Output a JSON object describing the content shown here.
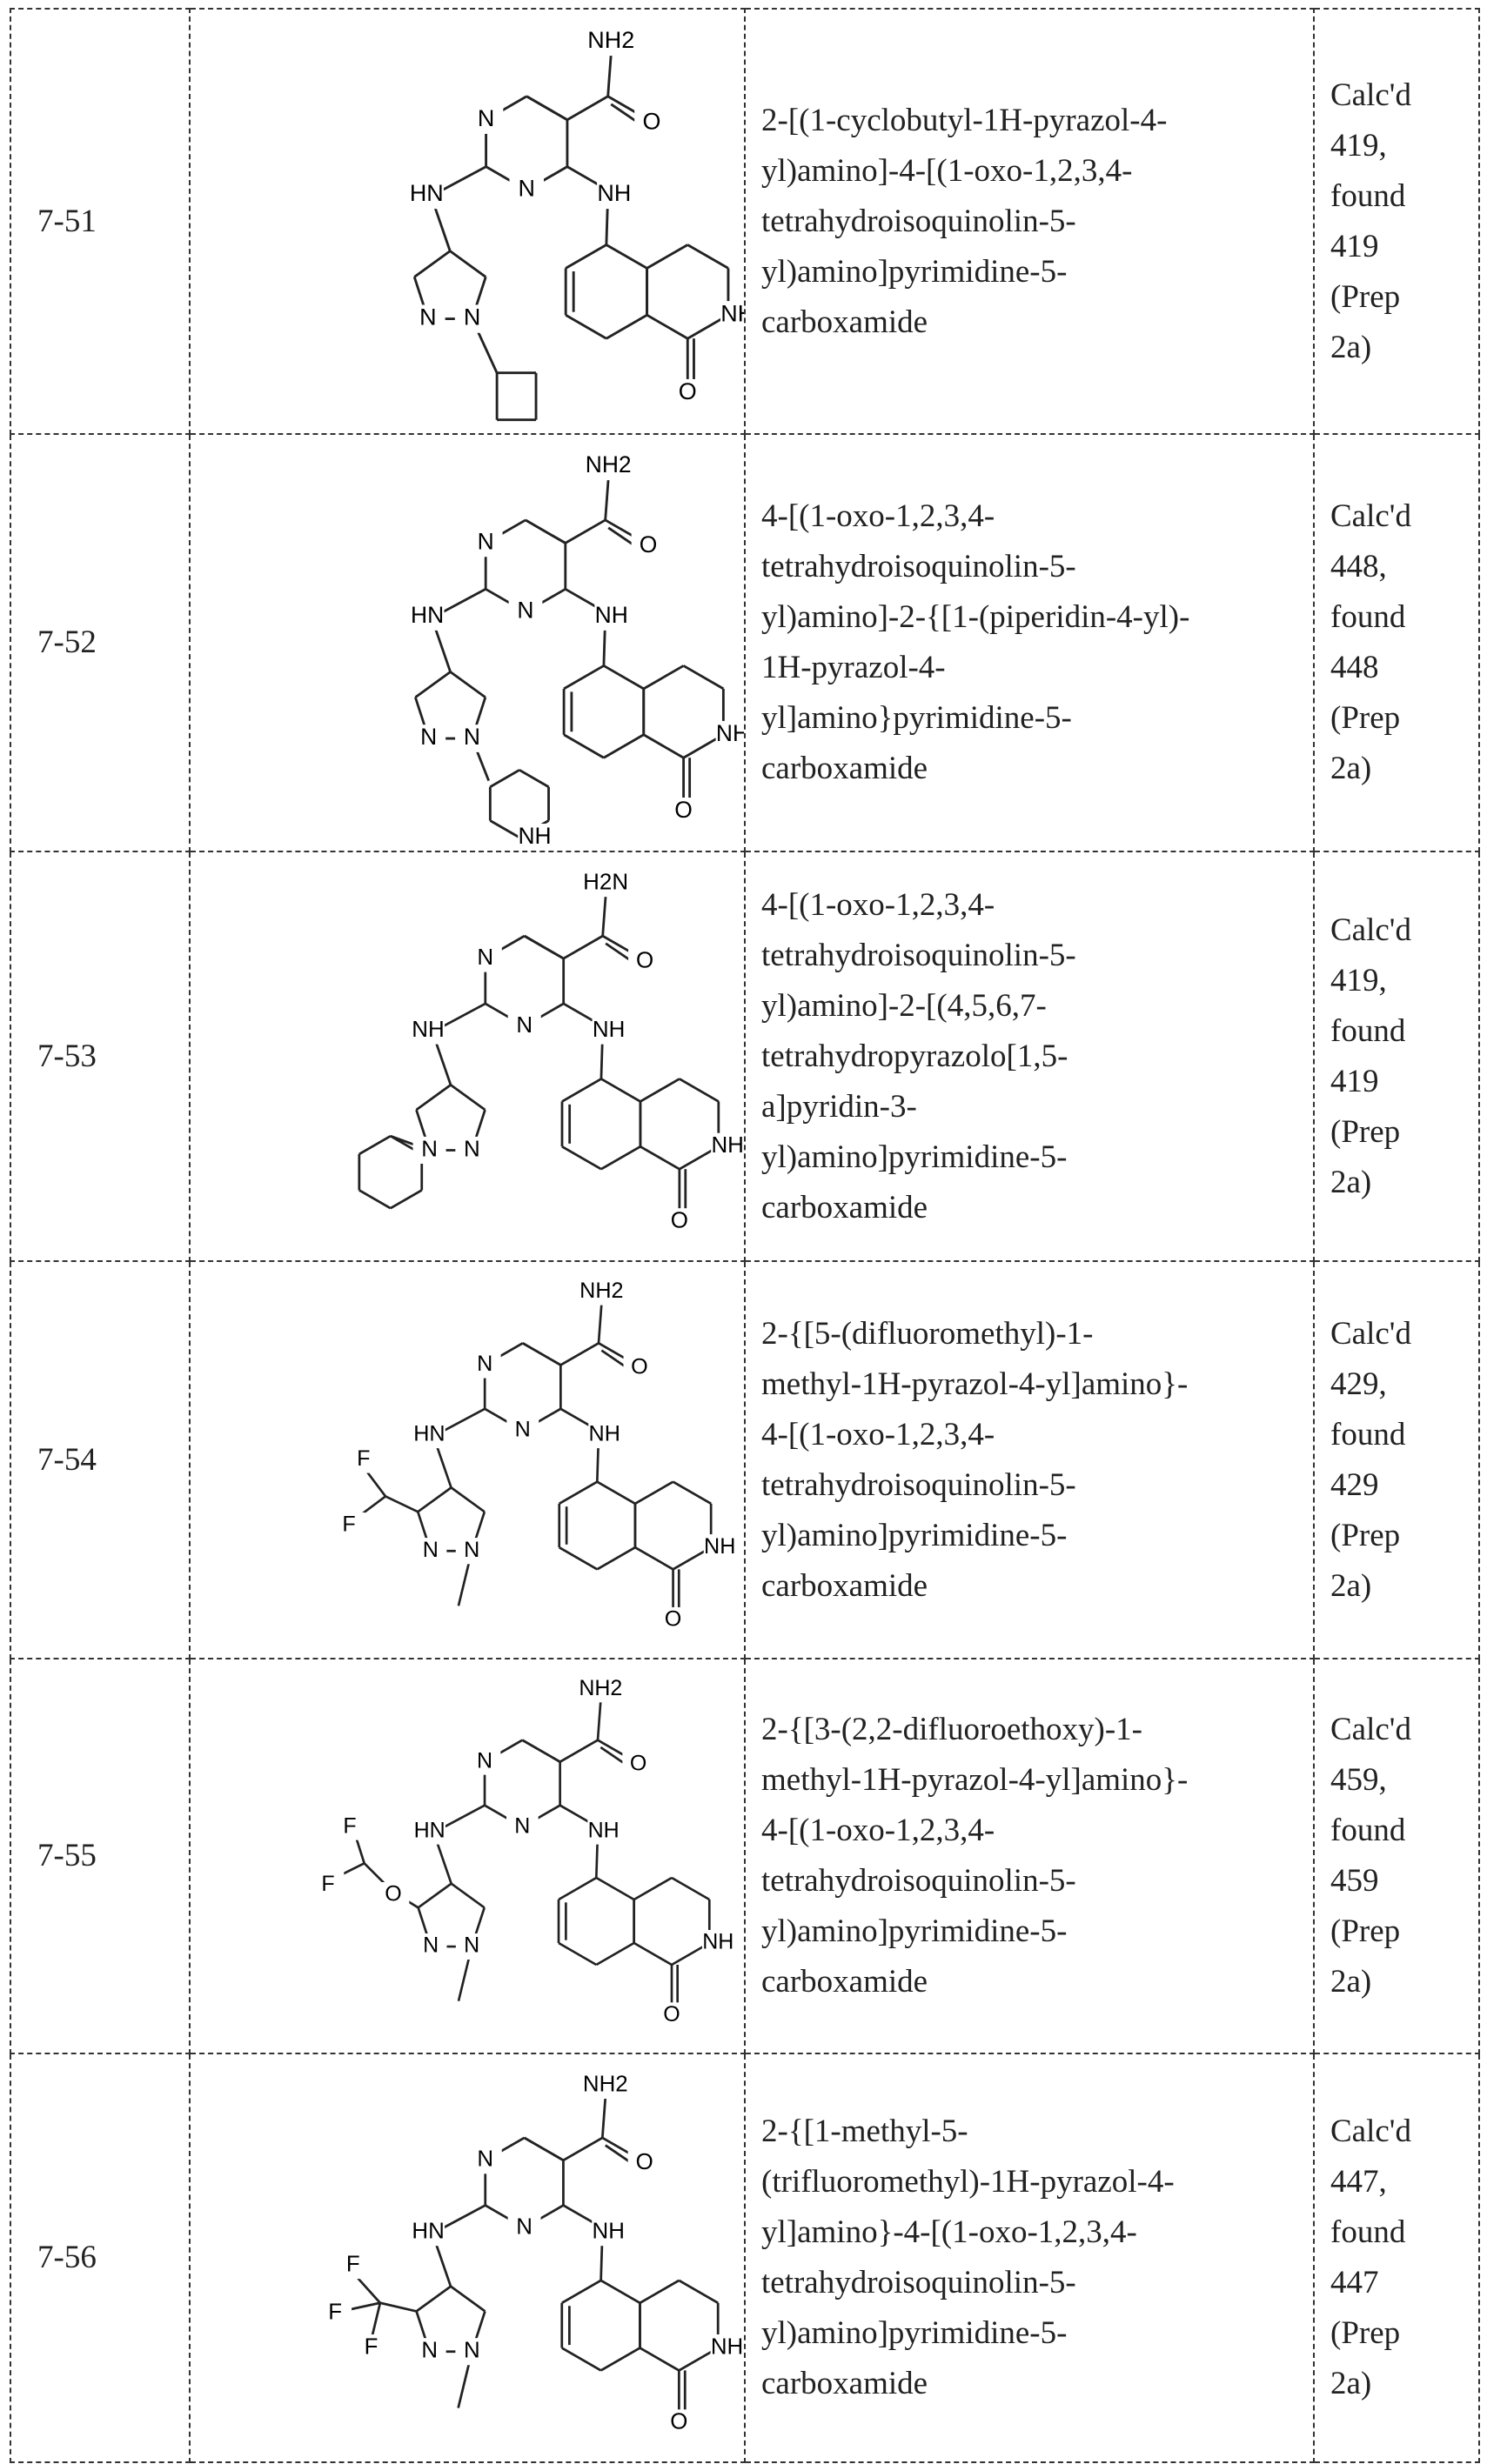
{
  "rows": [
    {
      "id": "7-51",
      "name_lines": [
        "2-[(1-cyclobutyl-1H-pyrazol-4-",
        "yl)amino]-4-[(1-oxo-1,2,3,4-",
        "tetrahydroisoquinolin-5-",
        "yl)amino]pyrimidine-5-",
        "carboxamide"
      ],
      "ms_lines": [
        "Calc'd",
        "419,",
        "found",
        "419",
        "(Prep",
        "2a)"
      ],
      "substituent": "cyclobutyl",
      "structure_labels": {
        "amide": "NH2",
        "n1": "N",
        "n3": "N",
        "hn": "HN",
        "nh": "NH",
        "o_amide": "O",
        "lactam_nh": "NH",
        "lactam_o": "O",
        "pz_n1": "N",
        "pz_n2": "N"
      }
    },
    {
      "id": "7-52",
      "name_lines": [
        "4-[(1-oxo-1,2,3,4-",
        "tetrahydroisoquinolin-5-",
        "yl)amino]-2-{[1-(piperidin-4-yl)-",
        "1H-pyrazol-4-",
        "yl]amino}pyrimidine-5-",
        "carboxamide"
      ],
      "ms_lines": [
        "Calc'd",
        "448,",
        "found",
        "448",
        "(Prep",
        "2a)"
      ],
      "substituent": "piperidinyl",
      "structure_labels": {
        "amide": "NH2",
        "n1": "N",
        "n3": "N",
        "hn": "HN",
        "nh": "NH",
        "o_amide": "O",
        "lactam_nh": "NH",
        "lactam_o": "O",
        "pz_n1": "N",
        "pz_n2": "N",
        "sub_nh": "NH"
      }
    },
    {
      "id": "7-53",
      "name_lines": [
        "4-[(1-oxo-1,2,3,4-",
        "tetrahydroisoquinolin-5-",
        "yl)amino]-2-[(4,5,6,7-",
        "tetrahydropyrazolo[1,5-",
        "a]pyridin-3-",
        "yl)amino]pyrimidine-5-",
        "carboxamide"
      ],
      "ms_lines": [
        "Calc'd",
        "419,",
        "found",
        "419",
        "(Prep",
        "2a)"
      ],
      "substituent": "fused",
      "structure_labels": {
        "amide": "H2N",
        "n1": "N",
        "n3": "N",
        "hn": "NH",
        "nh": "NH",
        "o_amide": "O",
        "lactam_nh": "NH",
        "lactam_o": "O",
        "pz_n1": "N",
        "pz_n2": "N"
      }
    },
    {
      "id": "7-54",
      "name_lines": [
        "2-{[5-(difluoromethyl)-1-",
        "methyl-1H-pyrazol-4-yl]amino}-",
        "4-[(1-oxo-1,2,3,4-",
        "tetrahydroisoquinolin-5-",
        "yl)amino]pyrimidine-5-",
        "carboxamide"
      ],
      "ms_lines": [
        "Calc'd",
        "429,",
        "found",
        "429",
        "(Prep",
        "2a)"
      ],
      "substituent": "chf2",
      "structure_labels": {
        "amide": "NH2",
        "n1": "N",
        "n3": "N",
        "hn": "HN",
        "nh": "NH",
        "o_amide": "O",
        "lactam_nh": "NH",
        "lactam_o": "O",
        "pz_n1": "N",
        "pz_n2": "N",
        "f1": "F",
        "f2": "F"
      }
    },
    {
      "id": "7-55",
      "name_lines": [
        "2-{[3-(2,2-difluoroethoxy)-1-",
        "methyl-1H-pyrazol-4-yl]amino}-",
        "4-[(1-oxo-1,2,3,4-",
        "tetrahydroisoquinolin-5-",
        "yl)amino]pyrimidine-5-",
        "carboxamide"
      ],
      "ms_lines": [
        "Calc'd",
        "459,",
        "found",
        "459",
        "(Prep",
        "2a)"
      ],
      "substituent": "ocf2",
      "structure_labels": {
        "amide": "NH2",
        "n1": "N",
        "n3": "N",
        "hn": "HN",
        "nh": "NH",
        "o_amide": "O",
        "lactam_nh": "NH",
        "lactam_o": "O",
        "pz_n1": "N",
        "pz_n2": "N",
        "f1": "F",
        "f2": "F",
        "o_ether": "O"
      }
    },
    {
      "id": "7-56",
      "name_lines": [
        "2-{[1-methyl-5-",
        "(trifluoromethyl)-1H-pyrazol-4-",
        "yl]amino}-4-[(1-oxo-1,2,3,4-",
        "tetrahydroisoquinolin-5-",
        "yl)amino]pyrimidine-5-",
        "carboxamide"
      ],
      "ms_lines": [
        "Calc'd",
        "447,",
        "found",
        "447",
        "(Prep",
        "2a)"
      ],
      "substituent": "cf3",
      "structure_labels": {
        "amide": "NH2",
        "n1": "N",
        "n3": "N",
        "hn": "HN",
        "nh": "NH",
        "o_amide": "O",
        "lactam_nh": "NH",
        "lactam_o": "O",
        "pz_n1": "N",
        "pz_n2": "N",
        "f1": "F",
        "f2": "F",
        "f3": "F"
      }
    }
  ]
}
